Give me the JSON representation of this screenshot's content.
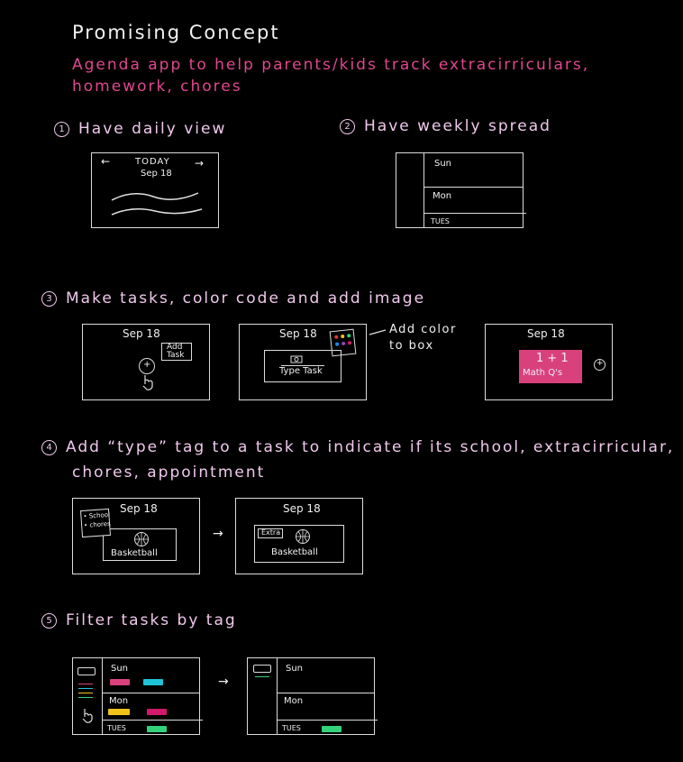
{
  "title": "Promising Concept",
  "subtitle": [
    "Agenda app to help parents/kids track extracirriculars,",
    "homework, chores"
  ],
  "sections": [
    {
      "num": "1",
      "text": "Have daily view"
    },
    {
      "num": "2",
      "text": "Have weekly spread"
    },
    {
      "num": "3",
      "text": "Make tasks, color code and add image"
    },
    {
      "num": "4",
      "text": "Add “type” tag to a task to indicate if its school, extracirricular,",
      "text2": "chores, appointment"
    },
    {
      "num": "5",
      "text": "Filter tasks by tag"
    }
  ],
  "daily": {
    "today": "TODAY",
    "date": "Sep 18",
    "arrow_left": "←",
    "arrow_right": "→"
  },
  "weekly": {
    "days": [
      "Sun",
      "Mon",
      "TUES"
    ]
  },
  "make_tasks": {
    "date": "Sep 18",
    "add_task": [
      "Add",
      "Task"
    ],
    "plus": "+",
    "type_task": "Type Task",
    "add_color_note": [
      "Add color",
      "to box"
    ],
    "task_text": [
      "1 + 1",
      "Math Q's"
    ]
  },
  "type_tag": {
    "date": "Sep 18",
    "options": [
      "• School",
      "• chores"
    ],
    "task": "Basketball",
    "tag": "Extra",
    "arrow": "→"
  },
  "filter": {
    "days": [
      "Sun",
      "Mon",
      "TUES"
    ],
    "arrow": "→"
  },
  "colors": {
    "pink": "#d9417d",
    "cyan": "#1fc3d8",
    "yellow": "#f1c21b",
    "green": "#33d17a",
    "magenta": "#d11a6b"
  }
}
